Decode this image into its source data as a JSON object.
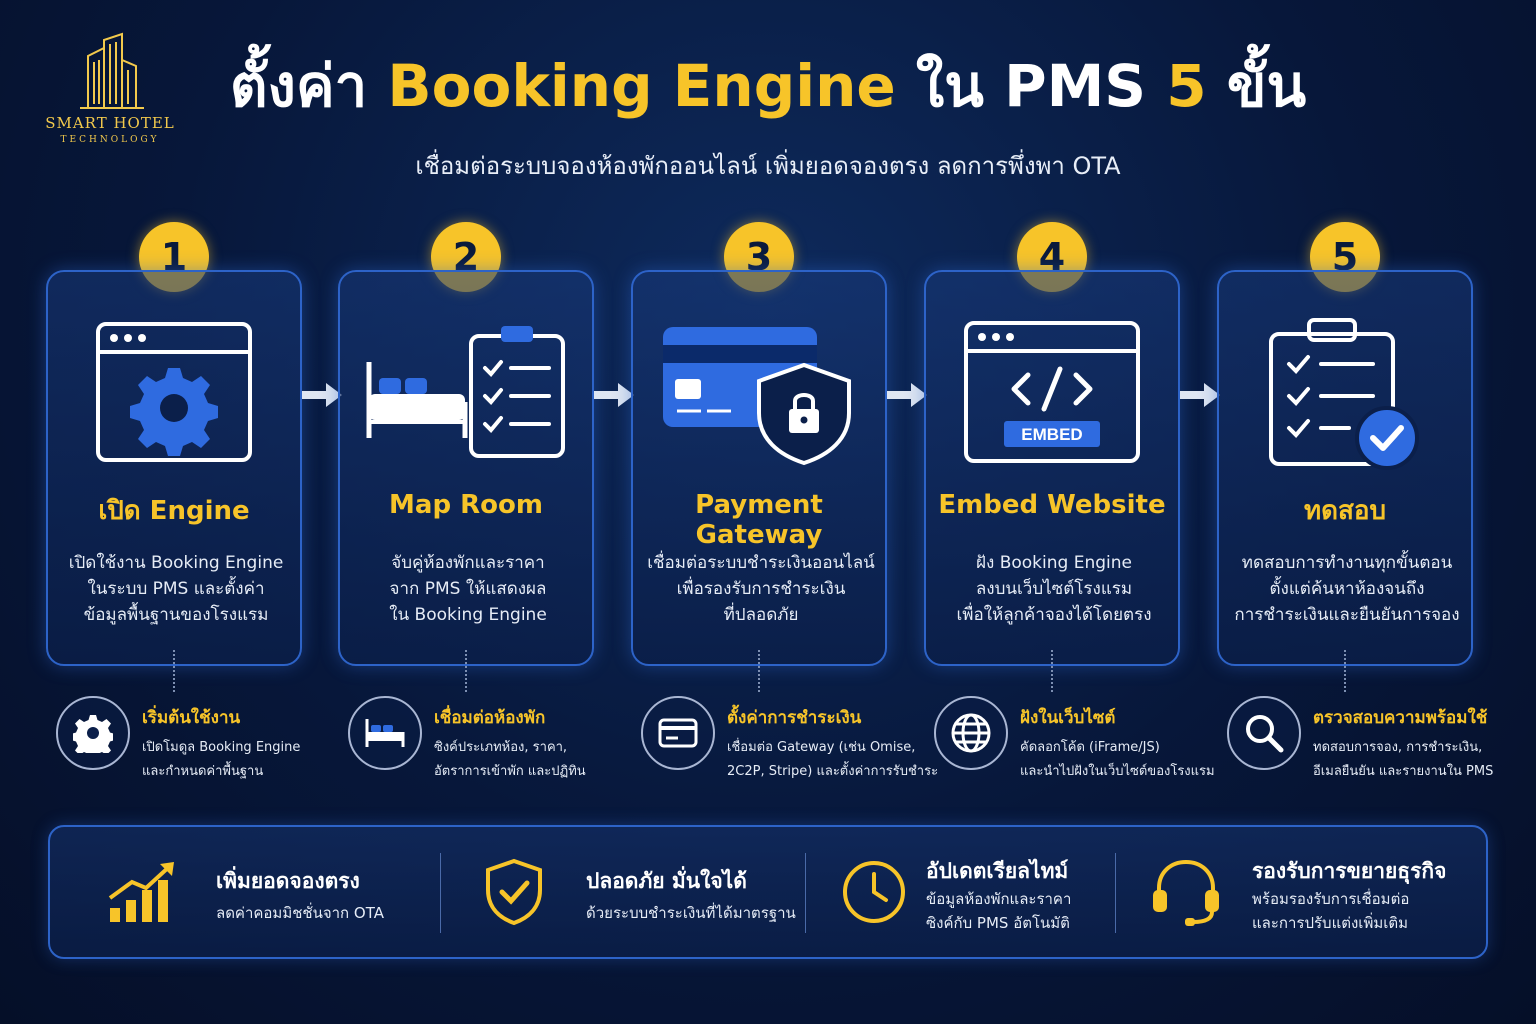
{
  "brand": {
    "name": "SMART HOTEL",
    "tagline": "TECHNOLOGY"
  },
  "header": {
    "title_pre": "ตั้งค่า ",
    "title_hl1": "Booking Engine",
    "title_mid": " ใน PMS ",
    "title_hl2": "5",
    "title_post": " ขั้น",
    "subtitle": "เชื่อมต่อระบบจองห้องพักออนไลน์ เพิ่มยอดจองตรง ลดการพึ่งพา OTA"
  },
  "colors": {
    "accent": "#f7c429",
    "card_border": "#2d63c8",
    "icon_blue": "#2f6be0",
    "background": "#07173a"
  },
  "steps": [
    {
      "number": "1",
      "title": "เปิด Engine",
      "icon": "browser-gear-icon",
      "desc": [
        "เปิดใช้งาน Booking Engine",
        "ในระบบ PMS และตั้งค่า",
        "ข้อมูลพื้นฐานของโรงแรม"
      ],
      "sub_icon": "gear-icon",
      "sub_title": "เริ่มต้นใช้งาน",
      "sub_desc": [
        "เปิดโมดูล Booking Engine",
        "และกำหนดค่าพื้นฐาน"
      ]
    },
    {
      "number": "2",
      "title": "Map Room",
      "icon": "bed-checklist-icon",
      "desc": [
        "จับคู่ห้องพักและราคา",
        "จาก PMS ให้แสดงผล",
        "ใน Booking Engine"
      ],
      "sub_icon": "bed-icon",
      "sub_title": "เชื่อมต่อห้องพัก",
      "sub_desc": [
        "ซิงค์ประเภทห้อง, ราคา,",
        "อัตราการเข้าพัก และปฏิทิน"
      ]
    },
    {
      "number": "3",
      "title": "Payment Gateway",
      "icon": "card-shield-icon",
      "desc": [
        "เชื่อมต่อระบบชำระเงินออนไลน์",
        "เพื่อรองรับการชำระเงิน",
        "ที่ปลอดภัย"
      ],
      "sub_icon": "credit-card-icon",
      "sub_title": "ตั้งค่าการชำระเงิน",
      "sub_desc": [
        "เชื่อมต่อ Gateway (เช่น Omise,",
        "2C2P, Stripe) และตั้งค่าการรับชำระ"
      ]
    },
    {
      "number": "4",
      "title": "Embed Website",
      "icon": "browser-code-icon",
      "embed_label": "EMBED",
      "desc": [
        "ฝัง Booking Engine",
        "ลงบนเว็บไซต์โรงแรม",
        "เพื่อให้ลูกค้าจองได้โดยตรง"
      ],
      "sub_icon": "globe-icon",
      "sub_title": "ฝังในเว็บไซต์",
      "sub_desc": [
        "คัดลอกโค้ด (iFrame/JS)",
        "และนำไปฝังในเว็บไซต์ของโรงแรม"
      ]
    },
    {
      "number": "5",
      "title": "ทดสอบ",
      "icon": "clipboard-check-icon",
      "desc": [
        "ทดสอบการทำงานทุกขั้นตอน",
        "ตั้งแต่ค้นหาห้องจนถึง",
        "การชำระเงินและยืนยันการจอง"
      ],
      "sub_icon": "magnifier-icon",
      "sub_title": "ตรวจสอบความพร้อมใช้",
      "sub_desc": [
        "ทดสอบการจอง, การชำระเงิน,",
        "อีเมลยืนยัน และรายงานใน PMS"
      ]
    }
  ],
  "benefits": [
    {
      "icon": "growth-chart-icon",
      "title": "เพิ่มยอดจองตรง",
      "desc": [
        "ลดค่าคอมมิชชั่นจาก OTA"
      ]
    },
    {
      "icon": "shield-check-icon",
      "title": "ปลอดภัย มั่นใจได้",
      "desc": [
        "ด้วยระบบชำระเงินที่ได้มาตรฐาน"
      ]
    },
    {
      "icon": "clock-icon",
      "title": "อัปเดตเรียลไทม์",
      "desc": [
        "ข้อมูลห้องพักและราคา",
        "ซิงค์กับ PMS อัตโนมัติ"
      ]
    },
    {
      "icon": "headset-icon",
      "title": "รองรับการขยายธุรกิจ",
      "desc": [
        "พร้อมรองรับการเชื่อมต่อ",
        "และการปรับแต่งเพิ่มเติม"
      ]
    }
  ]
}
